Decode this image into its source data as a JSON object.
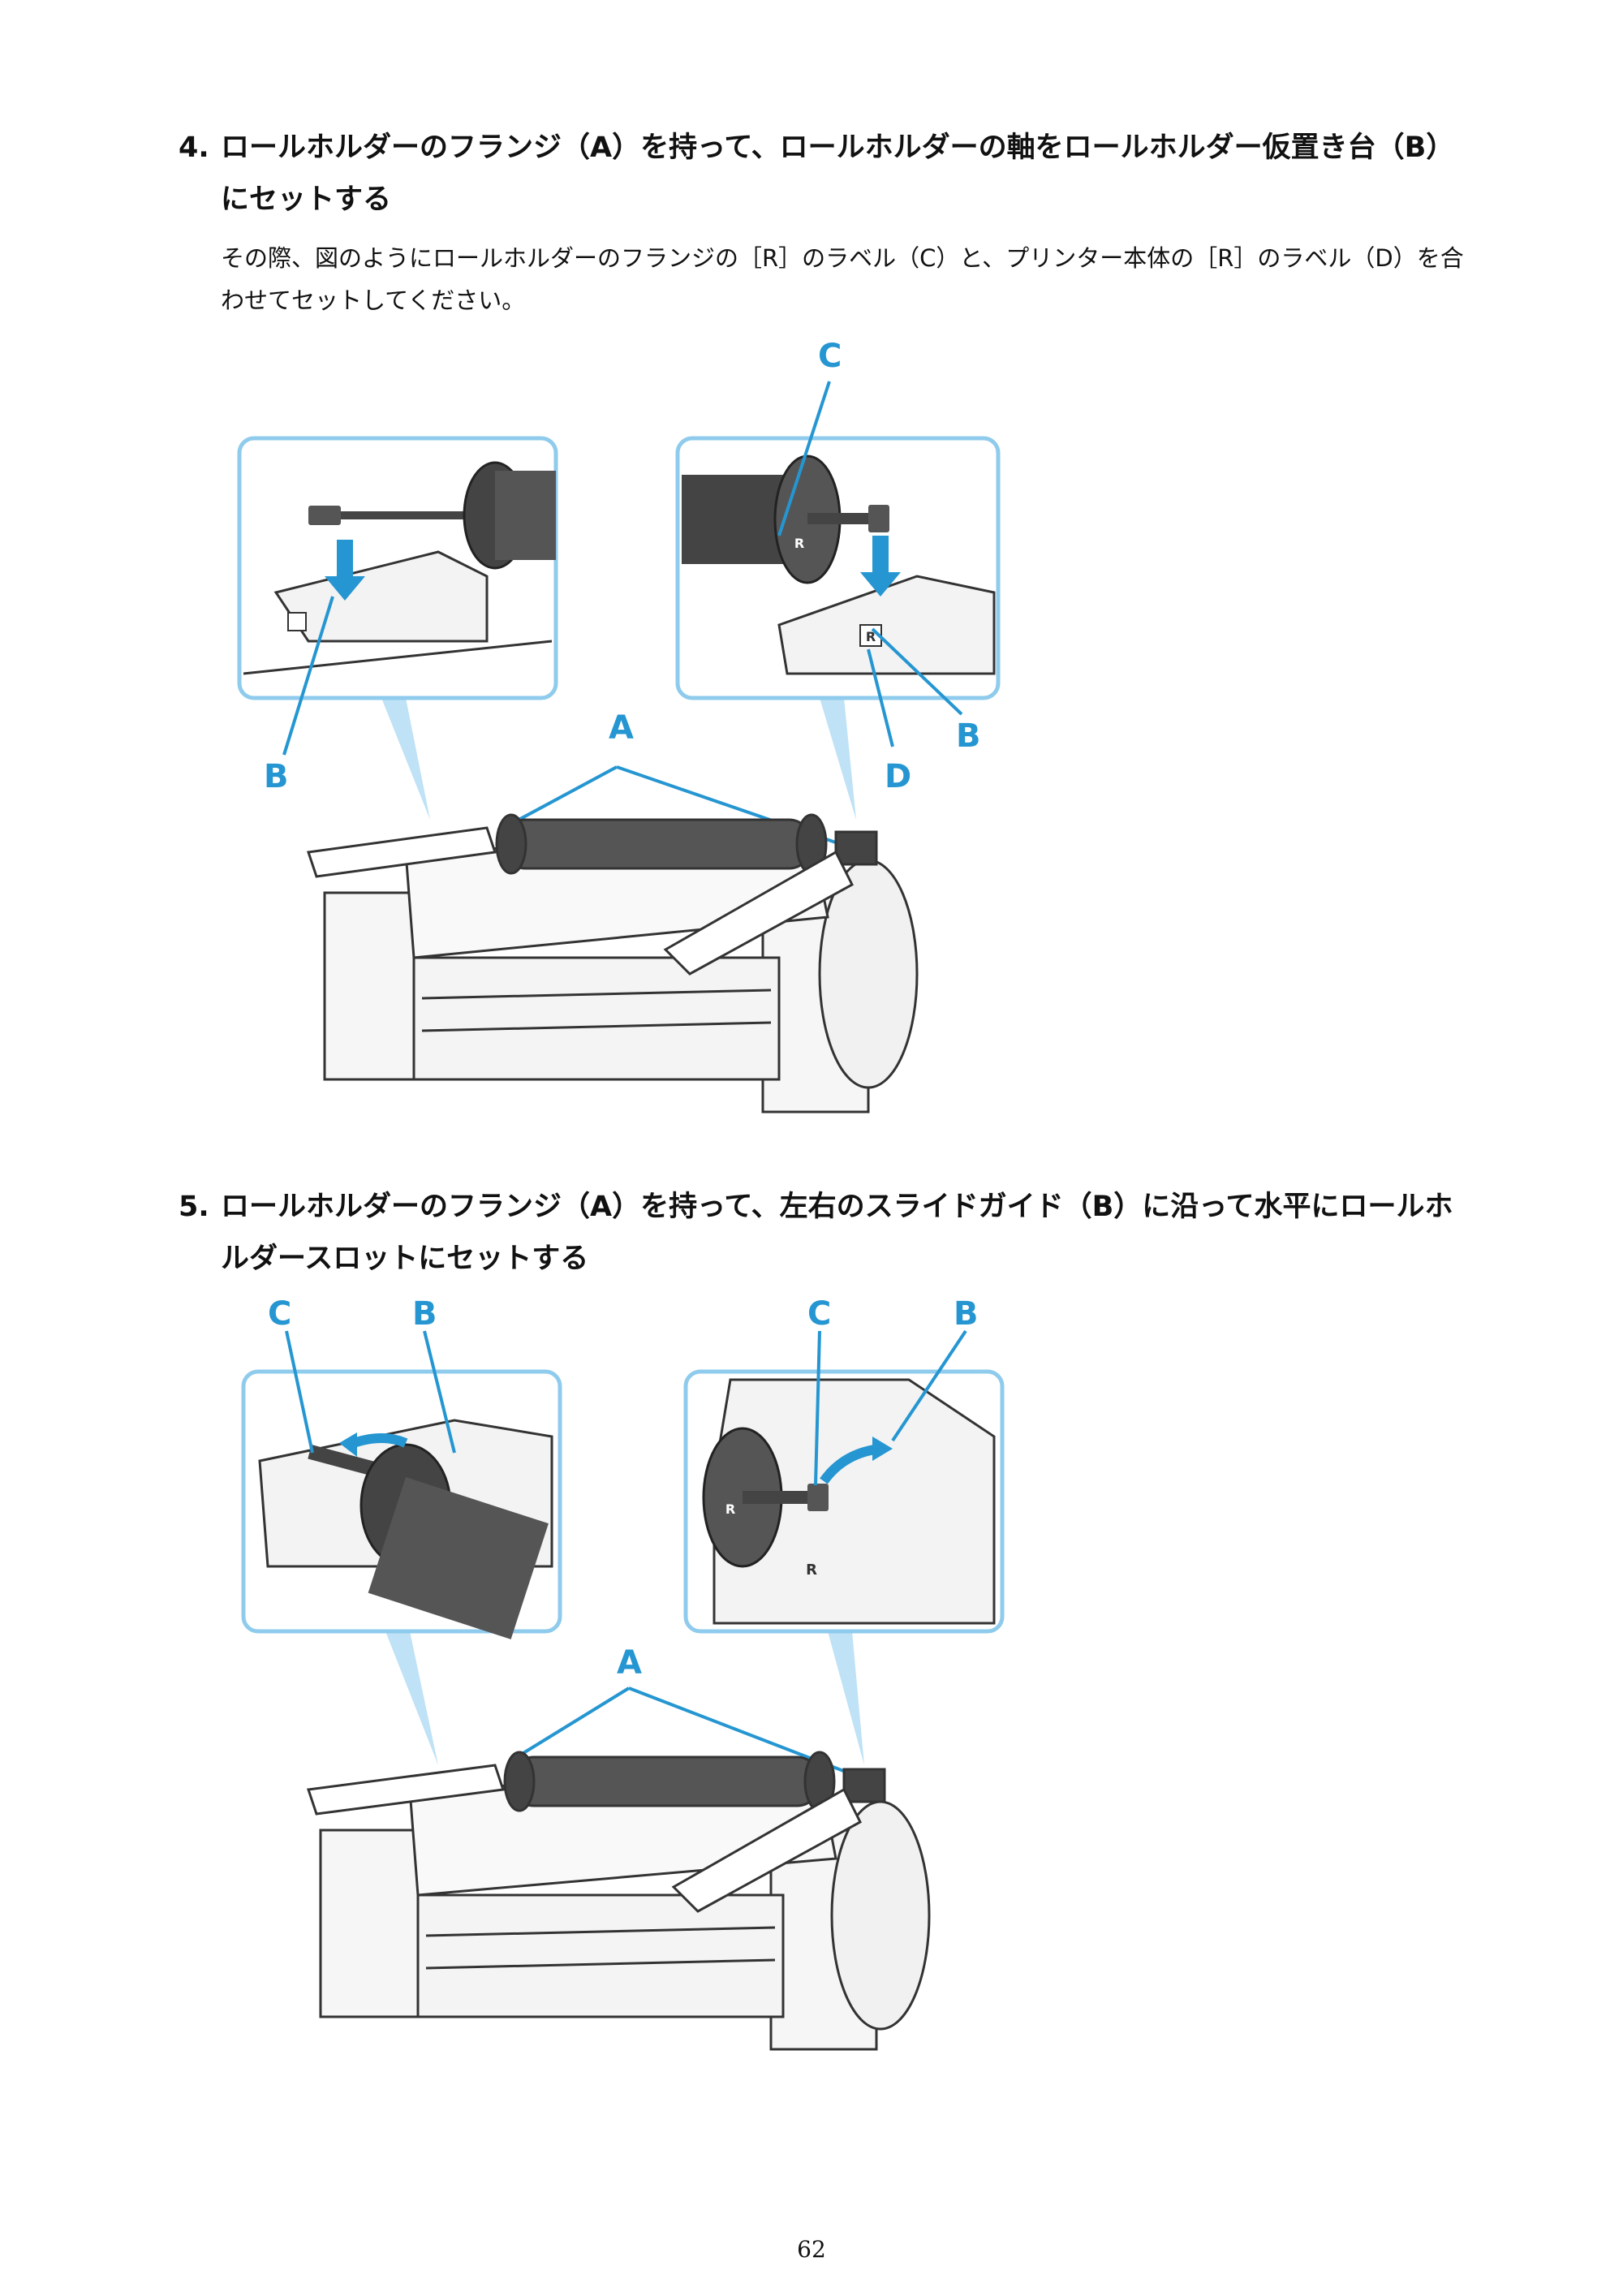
{
  "steps": [
    {
      "number": "4.",
      "title": "ロールホルダーのフランジ（A）を持って、ロールホルダーの軸をロールホルダー仮置き台（B）にセットする",
      "body": "その際、図のようにロールホルダーのフランジの［R］のラベル（C）と、プリンター本体の［R］のラベル（D）を合わせてセットしてください。"
    },
    {
      "number": "5.",
      "title": "ロールホルダーのフランジ（A）を持って、左右のスライドガイド（B）に沿って水平にロールホルダースロットにセットする"
    }
  ],
  "figure1": {
    "callouts": {
      "c": "C",
      "a": "A",
      "b_left": "B",
      "b_right": "B",
      "d": "D"
    },
    "labels": {
      "flange_label": "R",
      "printer_label": "R"
    }
  },
  "figure2": {
    "callouts": {
      "c_left": "C",
      "b_left": "B",
      "c_right": "C",
      "b_right": "B",
      "a": "A"
    },
    "labels": {
      "flange_label": "R",
      "printer_label": "R"
    }
  },
  "colors": {
    "callout": "#2596d1",
    "frame": "#8fcbec",
    "line": "#333333",
    "shade": "#555555"
  },
  "footer": {
    "page_number": "62"
  }
}
